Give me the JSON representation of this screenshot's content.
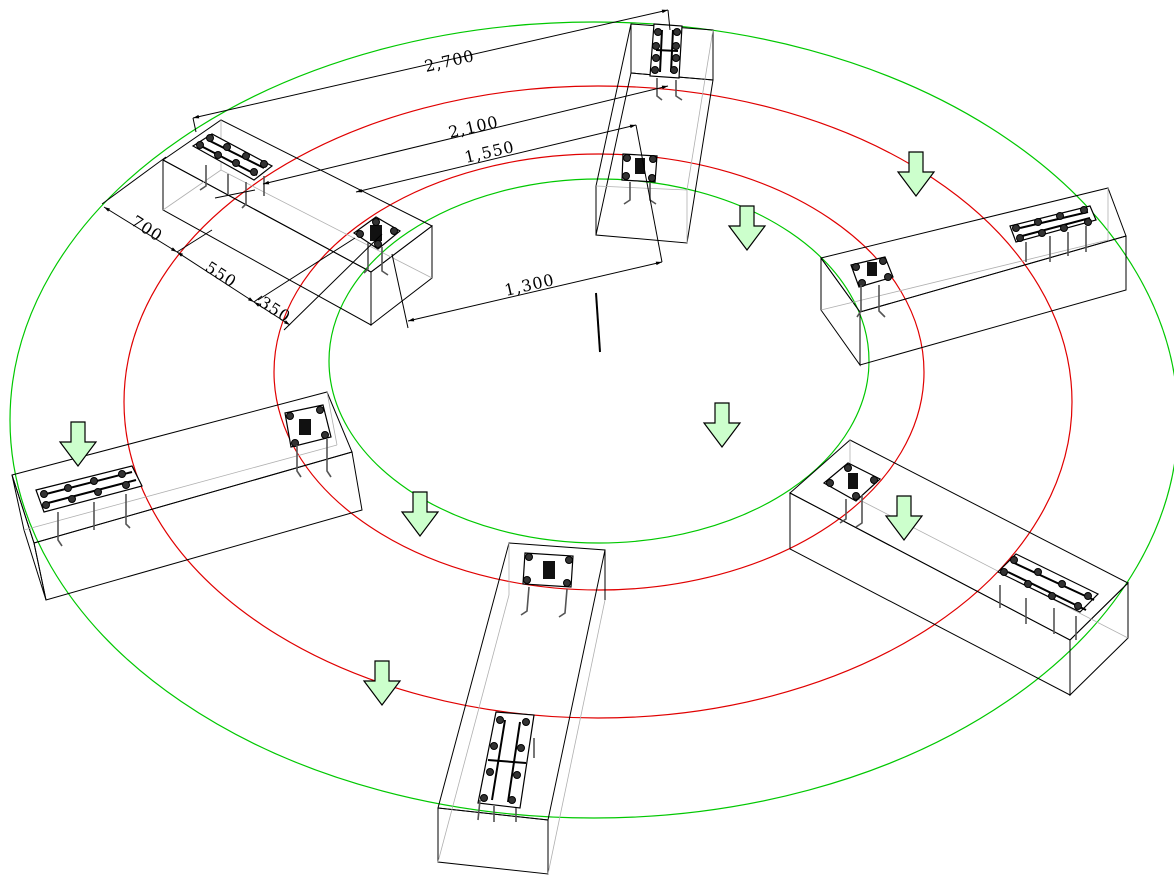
{
  "dimensions": {
    "d2700": "2,700",
    "d2100": "2,100",
    "d1550": "1,550",
    "d1300": "1,300",
    "d700": "700",
    "d550": "550",
    "d350": "350"
  },
  "rings": {
    "outer_color": "#00c800",
    "mid_color": "#e00000",
    "inner_color": "#00c800"
  },
  "arrow_color": "#ccffcc"
}
